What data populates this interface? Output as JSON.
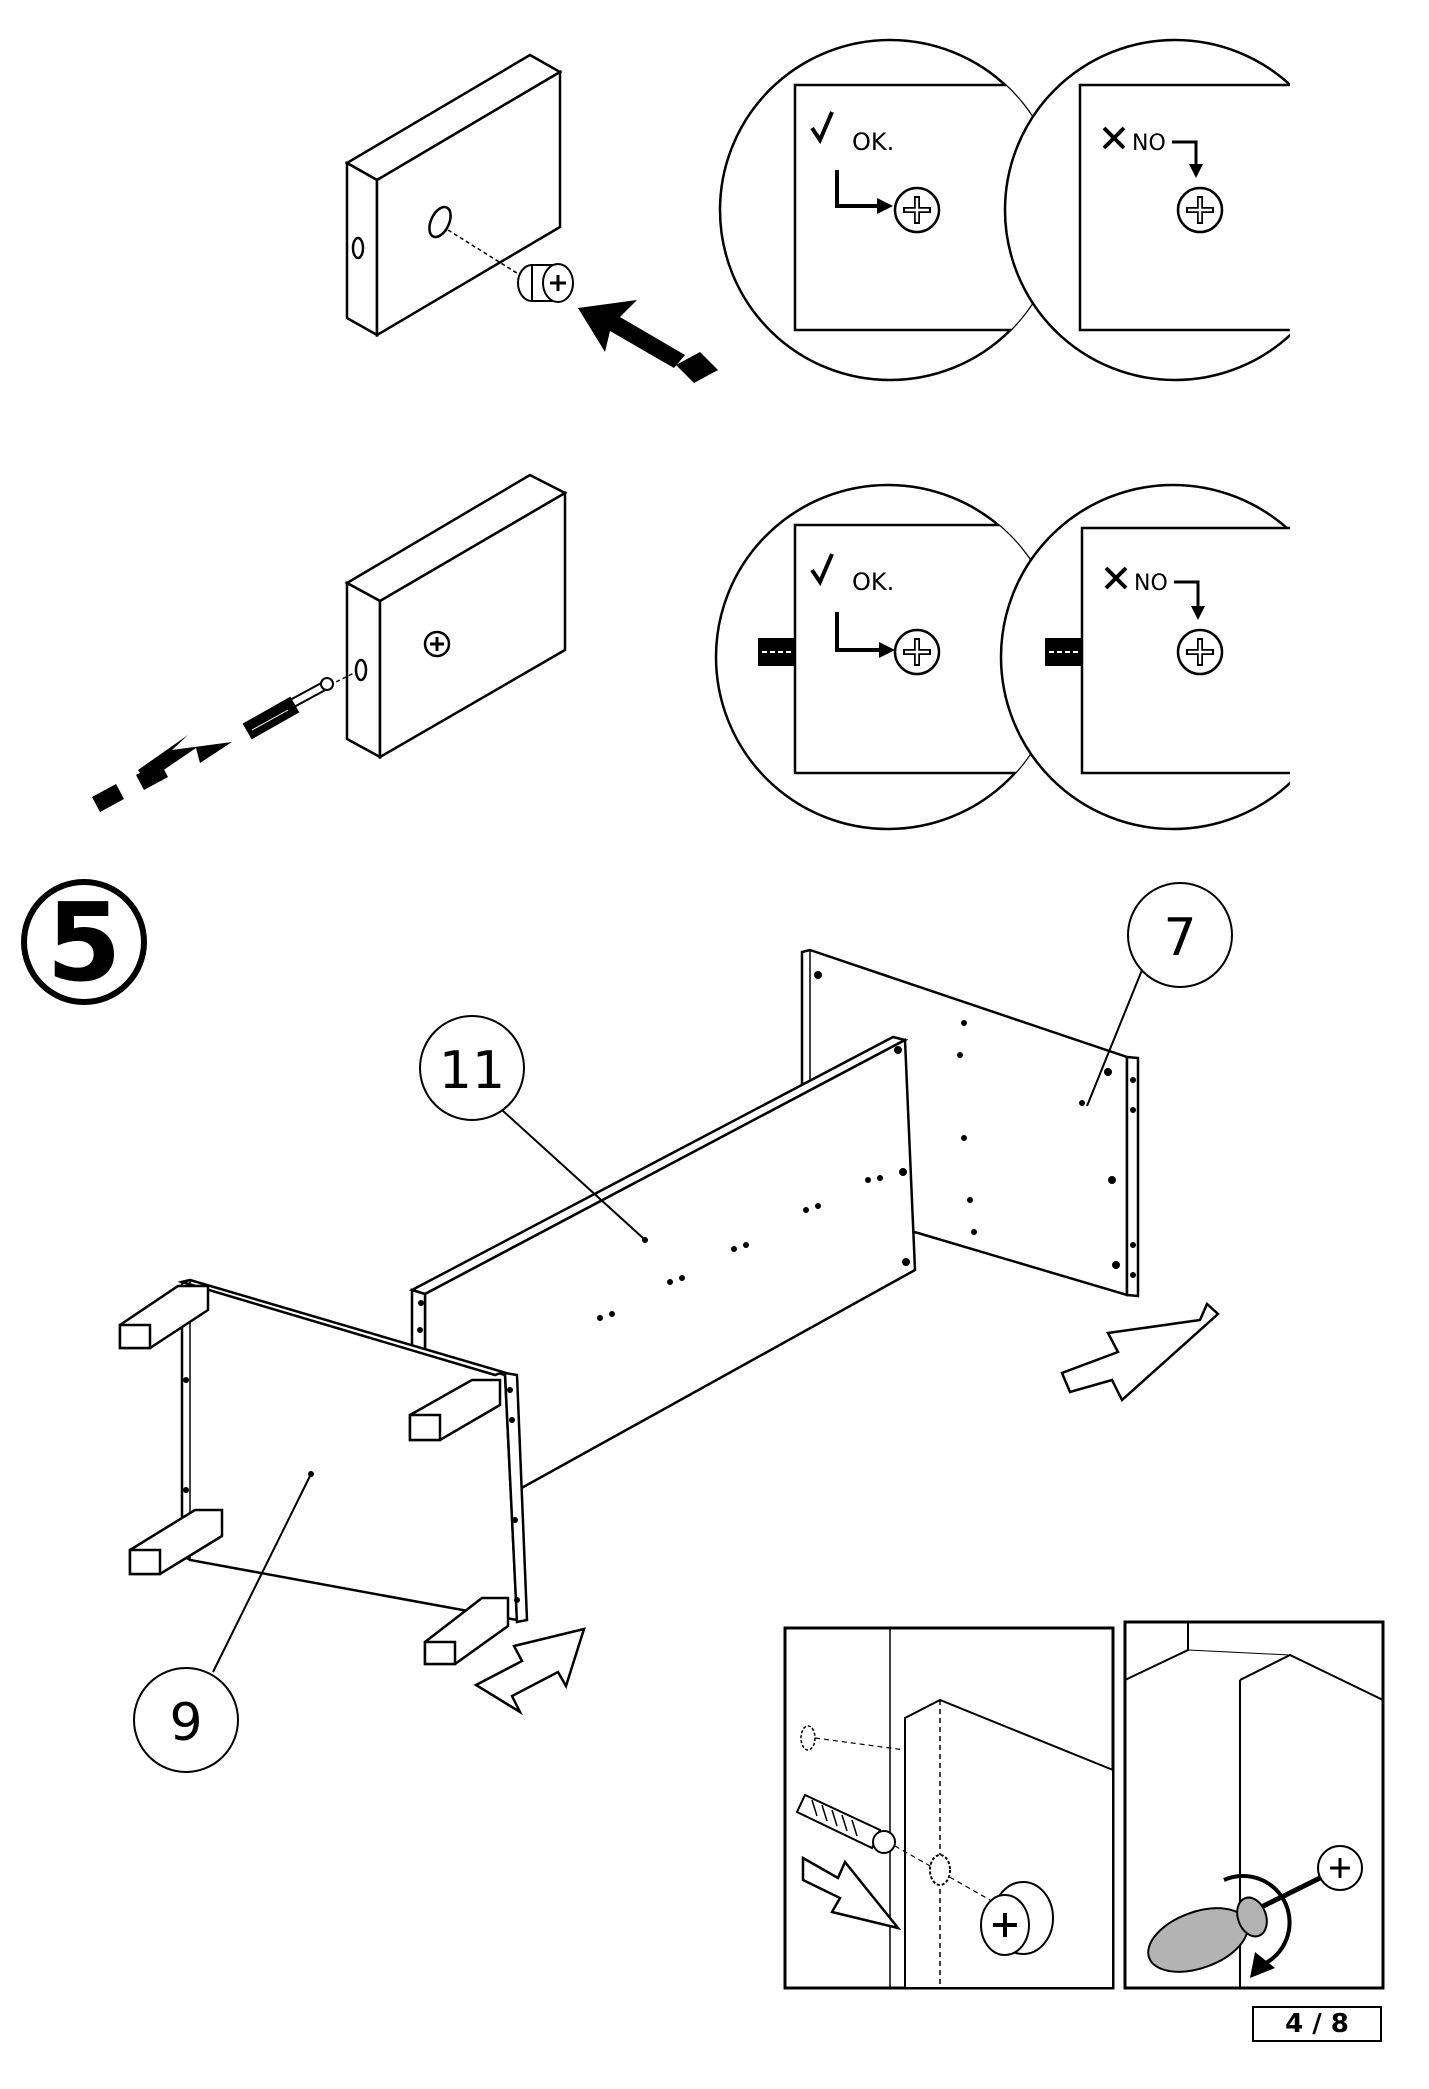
{
  "check_labels": {
    "ok": "OK.",
    "no": "NO"
  },
  "step": {
    "number": "5"
  },
  "parts": {
    "part_7": "7",
    "part_9": "9",
    "part_11": "11"
  },
  "page_indicator": "4 / 8",
  "colors": {
    "ink": "#000000",
    "paper": "#ffffff",
    "handle_gray": "#b3b3b3"
  }
}
